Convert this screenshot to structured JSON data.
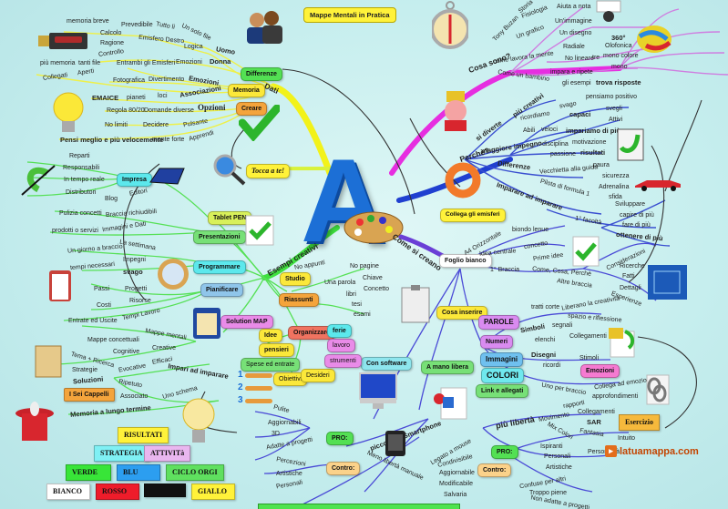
{
  "title": "Mappe Mentali in Pratica",
  "center_icon": "letter-a-palette-icon",
  "website": "latuamappa.com",
  "tocca": "Tocca a te!",
  "colors": {
    "yellow_branch": "#f2f21a",
    "magenta_branch": "#e62ee0",
    "blue_branch": "#2040d0",
    "green_branch": "#3fe03f",
    "purple_branch": "#6a3fd6",
    "background": "#c6eeee"
  },
  "top_left": {
    "branch": "Dati",
    "nodes": {
      "differenze": "Differenze",
      "memoria": "Memoria",
      "creare": "Creare"
    },
    "uomo": "Uomo",
    "donna": "Donna",
    "emozioni_b": "Emozioni",
    "associazioni": "Associazioni",
    "opzioni": "Opzioni",
    "leaves": {
      "memoria_breve": "memoria breve",
      "prevedibile": "Prevedibile",
      "tutto_li": "Tutto lì",
      "un_solo_file": "Un solo file",
      "calcolo": "Calcolo",
      "ragione": "Ragione",
      "controllo": "Controllo",
      "emisfero_destro": "Emisfero Destro",
      "logica": "Logica",
      "piu_memoria": "più memoria",
      "tanti_file": "tanti file",
      "aperti": "Aperti",
      "collegati": "Collegati",
      "entrambi": "Entrambi gli Emisferi",
      "emozioni": "Emozioni",
      "fotografica": "Fotografica",
      "divertimento": "Divertimento",
      "emaice": "EMAICE",
      "pianeti": "pianeti",
      "loci": "loci",
      "regola": "Regola 80/20",
      "domande": "Domande diverse",
      "no_limiti": "No limiti",
      "decidere": "Decidere",
      "pulsante": "Pulsante",
      "pensi_meglio": "Pensi meglio e più velocemente",
      "mente_forte": "mente forte",
      "apprendi": "Apprendi"
    }
  },
  "top_right": {
    "branch": "Cosa sono?",
    "leaves": {
      "tony_buzan": "Tony Buzan",
      "storia": "Storia",
      "fisiologia": "Fisiologia",
      "aiuta": "Aiuta a nota",
      "un_grafico": "Un grafico",
      "un_immagine": "Un'immagine",
      "un_disegno": "Un disegno",
      "come_lavora": "come lavora la mente",
      "radiale": "Radiale",
      "gradi": "360°",
      "olofonica": "Olofonica",
      "no_lineare": "No lineare",
      "tre": "tre",
      "mono_colore": "mono colore",
      "mono": "mono",
      "come_bambino": "Come un bambino",
      "impara": "impara e ripete",
      "gli_esempi": "gli esempi",
      "trova": "trova risposte"
    }
  },
  "middle_right": {
    "branch": "Perchè?",
    "collega": "Collega gli emisferi",
    "leaves": {
      "si_diverte": "si diverte",
      "piu_creativi": "più creativi",
      "ricordiamo": "ricordiamo",
      "svago": "svago",
      "pensiamo": "pensiamo positivo",
      "capaci": "capaci",
      "svegli": "svegli",
      "attivi": "Attivi",
      "abili": "Abili",
      "veloci": "veloci",
      "impariamo": "impariamo di più",
      "maggiore": "maggiore impegno",
      "disciplina": "disciplina",
      "motivazione": "motivazione",
      "passione": "passione",
      "risultati": "risultati",
      "differenze": "Differenze",
      "vecchietta": "Vecchietta alla guida",
      "paura": "paura",
      "sicurezza": "sicurezza",
      "pilota": "Pilota di formula 1",
      "adrenalina": "Adrenalina",
      "sfida": "sfida",
      "imparare": "Imparare ad imparare",
      "facolta": "1° facoltà",
      "sviluppare": "Sviluppare",
      "capire": "capire di più",
      "fare": "fare di più",
      "ottenere": "ottenere di più"
    }
  },
  "bottom_right": {
    "branch": "Come si creano",
    "nodes": {
      "foglio": "Foglio bianco",
      "cosa_inserire": "Cosa inserire",
      "parole": "PAROLE",
      "numeri": "Numeri",
      "immagini": "Immagini",
      "colori": "COLORI",
      "link": "Link e allegati",
      "emozioni": "Emozioni",
      "esercizio": "Esercizio",
      "pro": "PRO:",
      "contro": "Contro:",
      "mano_libera": "A mano libera",
      "con_software": "Con software"
    },
    "leaves": {
      "a4": "A4 Orizzontale",
      "biondo": "biondo lenue",
      "idea_centrale": "Idea centrale",
      "concetto": "concetto",
      "prima_braccia": "1° Braccia",
      "prime_idee": "Prime idee",
      "come_cosa": "Come, Cosa, Perchè",
      "altre_braccia": "Altre braccia",
      "considerazioni": "Considerazioni",
      "ricerche": "Ricerche",
      "fatti": "Fatti",
      "dettagli": "Dettagli",
      "esperienze": "Esperienze",
      "tratti_corte": "tratti corte",
      "liberano": "Liberano la creatività",
      "spazio": "spazio e riflessione",
      "simboli": "Simboli",
      "segnali": "segnali",
      "elenchi": "elenchi",
      "collegamenti": "Collegamenti",
      "disegni": "Disegni",
      "stimoli": "Stimoli",
      "ricordi": "ricordi",
      "uno_per_braccio": "Uno per braccio",
      "collega_emozioni": "Collega ad emozioni",
      "rapporti": "rapporti",
      "approfondimenti": "approfondimenti",
      "collegamenti2": "Collegamenti",
      "piu_liberta": "più libertà",
      "movimento": "Movimento",
      "sar": "SAR",
      "mix_colori": "Mix Colori",
      "fantasia": "Fantasia",
      "intuito": "Intuito",
      "personalita": "Personalità",
      "ispiranti": "Ispiranti",
      "personali": "Personali",
      "artistiche": "Artistiche",
      "confuse": "Confuse per altri",
      "troppo_piene": "Troppo piene",
      "non_adatte": "Non adatte a progetti",
      "legato": "Legato a mouse",
      "condivisibile": "Condivisibile",
      "aggiornabile": "Aggiornabile",
      "modificabile": "Modificabile",
      "salvaria": "Salvaria",
      "meno_liberta": "Meno libertà manuale",
      "piccole": "piccole su Smartphone",
      "pulite": "Pulite",
      "aggiornabili": "Aggiornabili",
      "tred": "3D",
      "adatte": "Adatte a progetti",
      "percezioni": "Percezioni",
      "artistiche2": "Artistiche",
      "personali2": "Personali"
    }
  },
  "left": {
    "branch": "Esempi creativi",
    "nodes": {
      "impresa": "Impresa",
      "tablet": "Tablet PEN",
      "presentazioni": "Presentazioni",
      "programmare": "Programmare",
      "pianificare": "Pianificare",
      "solution": "Solution MAP",
      "studio": "Studio",
      "riassunti": "Riassunti",
      "organizzare": "Organizzare",
      "idee": "Idee",
      "pensieri": "pensieri",
      "spese": "Spese ed entrate",
      "obiettivi": "Obiettivi",
      "desideri": "Desideri",
      "ferie": "ferie",
      "lavoro": "lavoro",
      "strumenti": "strumenti",
      "sei_cappelli": "I Sei Cappelli"
    },
    "leaves": {
      "reparti": "Reparti",
      "responsabili": "Responsabili",
      "tempo_reale": "In tempo reale",
      "distributori": "Distributori",
      "blog": "Blog",
      "editori": "Editori",
      "pulizia": "Pulizia concetti",
      "braccia_richiudibili": "Braccia richiudibili",
      "prodotti": "prodotti o servizi",
      "immagini_dati": "Immagini e Dati",
      "giorno": "Un giorno a braccio",
      "settimana": "La settimana",
      "tempi_necessari": "tempi necessari",
      "impegni": "Impegni",
      "svago": "svago",
      "passi": "Passi",
      "progetti": "Progetti",
      "costi": "Costi",
      "risorse": "Risorse",
      "entrate": "Entrate ed Uscite",
      "tempi_lavoro": "Tempi Lavoro",
      "no_appunti": "No appunti",
      "no_pagine": "No pagine",
      "una_parola": "Una parola",
      "chiave": "Chiave",
      "concetto": "Concetto",
      "libri": "libri",
      "tesi": "tesi",
      "esami": "esami",
      "mappe_concettuali": "Mappe concettuali",
      "mappe_mentali": "Mappe mentali",
      "cognitive": "Cognitive",
      "creative": "Creative",
      "tema": "Tema + Ricerca",
      "strategie": "Strategie",
      "evocative": "Evocative",
      "efficaci": "Efficaci",
      "soluzioni": "Soluzioni",
      "imparare": "Impari ad imparare",
      "ripetuto": "Ripetuto",
      "associato": "Associato",
      "uno_schema": "Uno schema",
      "memoria_lungo": "Memoria a lungo termine",
      "num1": "1",
      "num2": "2",
      "num3": "3"
    }
  },
  "legend": {
    "risultati": "RISULTATI",
    "strategia": "STRATEGIA",
    "attivita": "ATTIVITà",
    "verde": "VERDE",
    "blu": "BLU",
    "ciclo": "CICLO ORGI",
    "bianco": "BIANCO",
    "rosso": "ROSSO",
    "nero": "",
    "giallo": "GIALLO"
  }
}
